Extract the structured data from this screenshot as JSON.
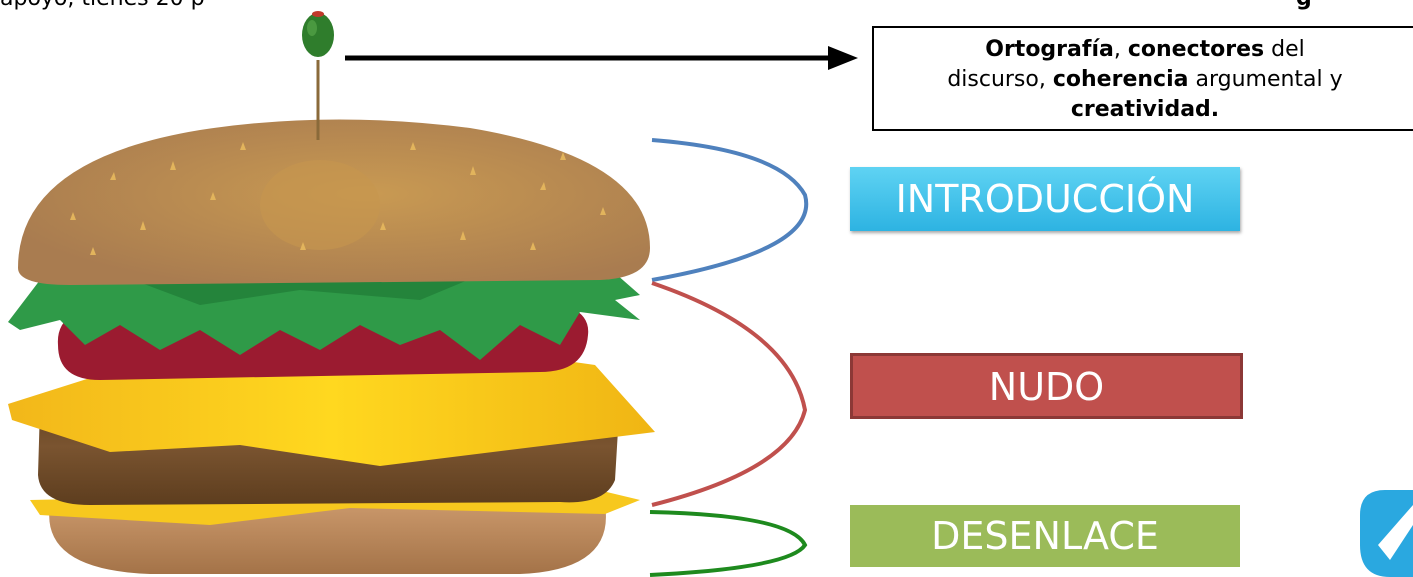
{
  "top_text": {
    "left": "apoyo, tienes 20 p",
    "mid": "                   ",
    "right": "g"
  },
  "note": {
    "w1": "Ortografía",
    "w2": ",",
    "w3": "conectores",
    "w4": "del",
    "w5": "discurso,",
    "w6": "coherencia",
    "w7": "argumental y",
    "w8": "creatividad."
  },
  "labels": {
    "introduccion": "INTRODUCCIÓN",
    "nudo": "NUDO",
    "desenlace": "DESENLACE"
  },
  "colors": {
    "bun": "#b88a55",
    "lettuce": "#2e9a4a",
    "tomato": "#9e1a2e",
    "cheese": "#f5c518",
    "patty": "#6e4a25",
    "olive": "#2f7d2c",
    "intro_curve": "#4f81bd",
    "nudo_curve": "#c0504d",
    "desenlace_curve": "#1e8a1e"
  },
  "icons": {
    "burger": "burger-illustration",
    "olive": "olive-toothpick",
    "arrow": "arrow-right",
    "logo": "corner-logo"
  }
}
